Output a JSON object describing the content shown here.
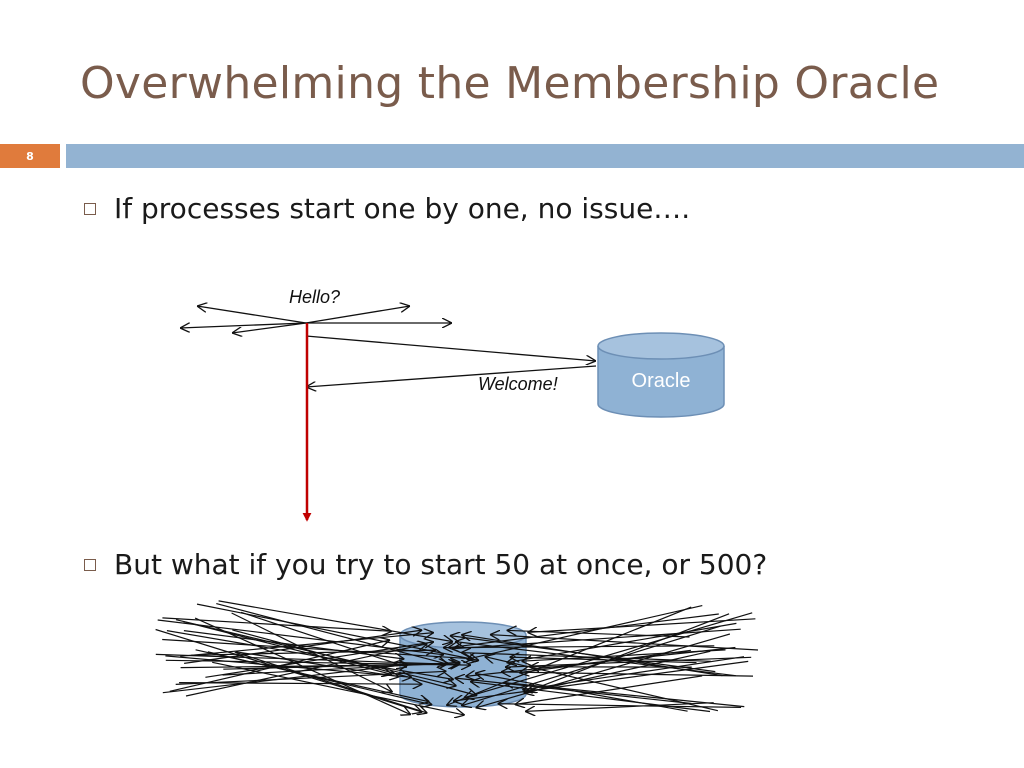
{
  "slide": {
    "title": "Overwhelming the Membership Oracle",
    "number": "8",
    "accent_color": "#93b3d2",
    "number_color": "#e07b3c",
    "title_color": "#7a5c4c"
  },
  "bullets": [
    {
      "text": "If processes start one by one, no issue…."
    },
    {
      "text": "But what if you try to start 50 at once, or 500?"
    }
  ],
  "diagram": {
    "hello_label": "Hello?",
    "welcome_label": "Welcome!",
    "oracle_label": "Oracle",
    "oracle_color": "#8fb2d4",
    "timeline_color": "#c00000"
  }
}
